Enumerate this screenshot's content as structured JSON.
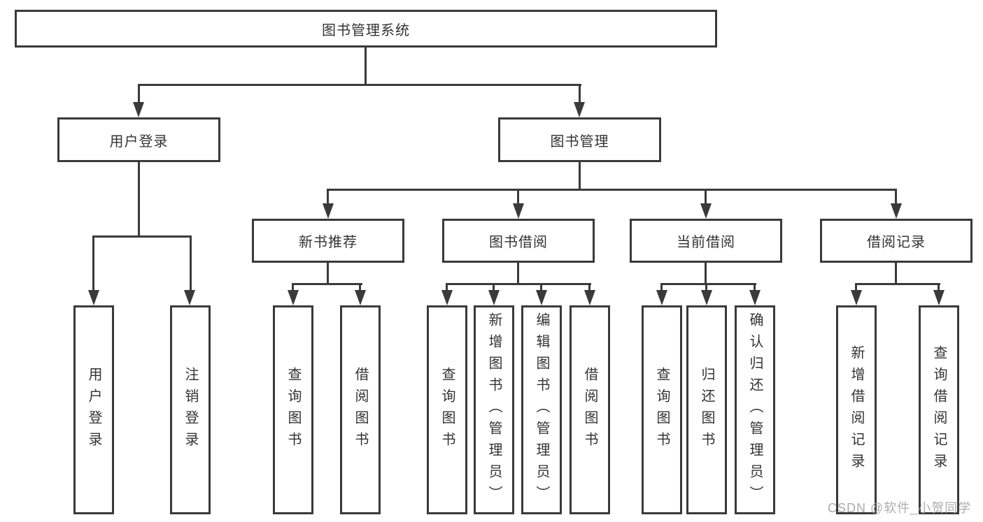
{
  "title": "图书管理系统",
  "watermark": "CSDN @软件_小贺同学",
  "colors": {
    "line": "#3a3a3a",
    "text": "#333333",
    "background": "#ffffff",
    "watermark": "#9e9e9e"
  },
  "nodes": {
    "root": {
      "label": "图书管理系统"
    },
    "level2": [
      {
        "id": "user-login",
        "label": "用户登录",
        "parent": "图书管理系统"
      },
      {
        "id": "book-management",
        "label": "图书管理",
        "parent": "图书管理系统"
      }
    ],
    "level3": [
      {
        "id": "new-book-recommend",
        "label": "新书推荐",
        "parent": "图书管理"
      },
      {
        "id": "book-borrowing",
        "label": "图书借阅",
        "parent": "图书管理"
      },
      {
        "id": "current-borrowing",
        "label": "当前借阅",
        "parent": "图书管理"
      },
      {
        "id": "borrowing-records",
        "label": "借阅记录",
        "parent": "图书管理"
      }
    ],
    "leaves": [
      {
        "label": "用户登录",
        "parent": "用户登录"
      },
      {
        "label": "注销登录",
        "parent": "用户登录"
      },
      {
        "label": "查询图书",
        "parent": "新书推荐"
      },
      {
        "label": "借阅图书",
        "parent": "新书推荐"
      },
      {
        "label": "查询图书",
        "parent": "图书借阅"
      },
      {
        "label": "新增图书（管理员）",
        "parent": "图书借阅"
      },
      {
        "label": "编辑图书（管理员）",
        "parent": "图书借阅"
      },
      {
        "label": "借阅图书",
        "parent": "图书借阅"
      },
      {
        "label": "查询图书",
        "parent": "当前借阅"
      },
      {
        "label": "归还图书",
        "parent": "当前借阅"
      },
      {
        "label": "确认归还（管理员）",
        "parent": "当前借阅"
      },
      {
        "label": "新增借阅记录",
        "parent": "借阅记录"
      },
      {
        "label": "查询借阅记录",
        "parent": "借阅记录"
      }
    ]
  }
}
